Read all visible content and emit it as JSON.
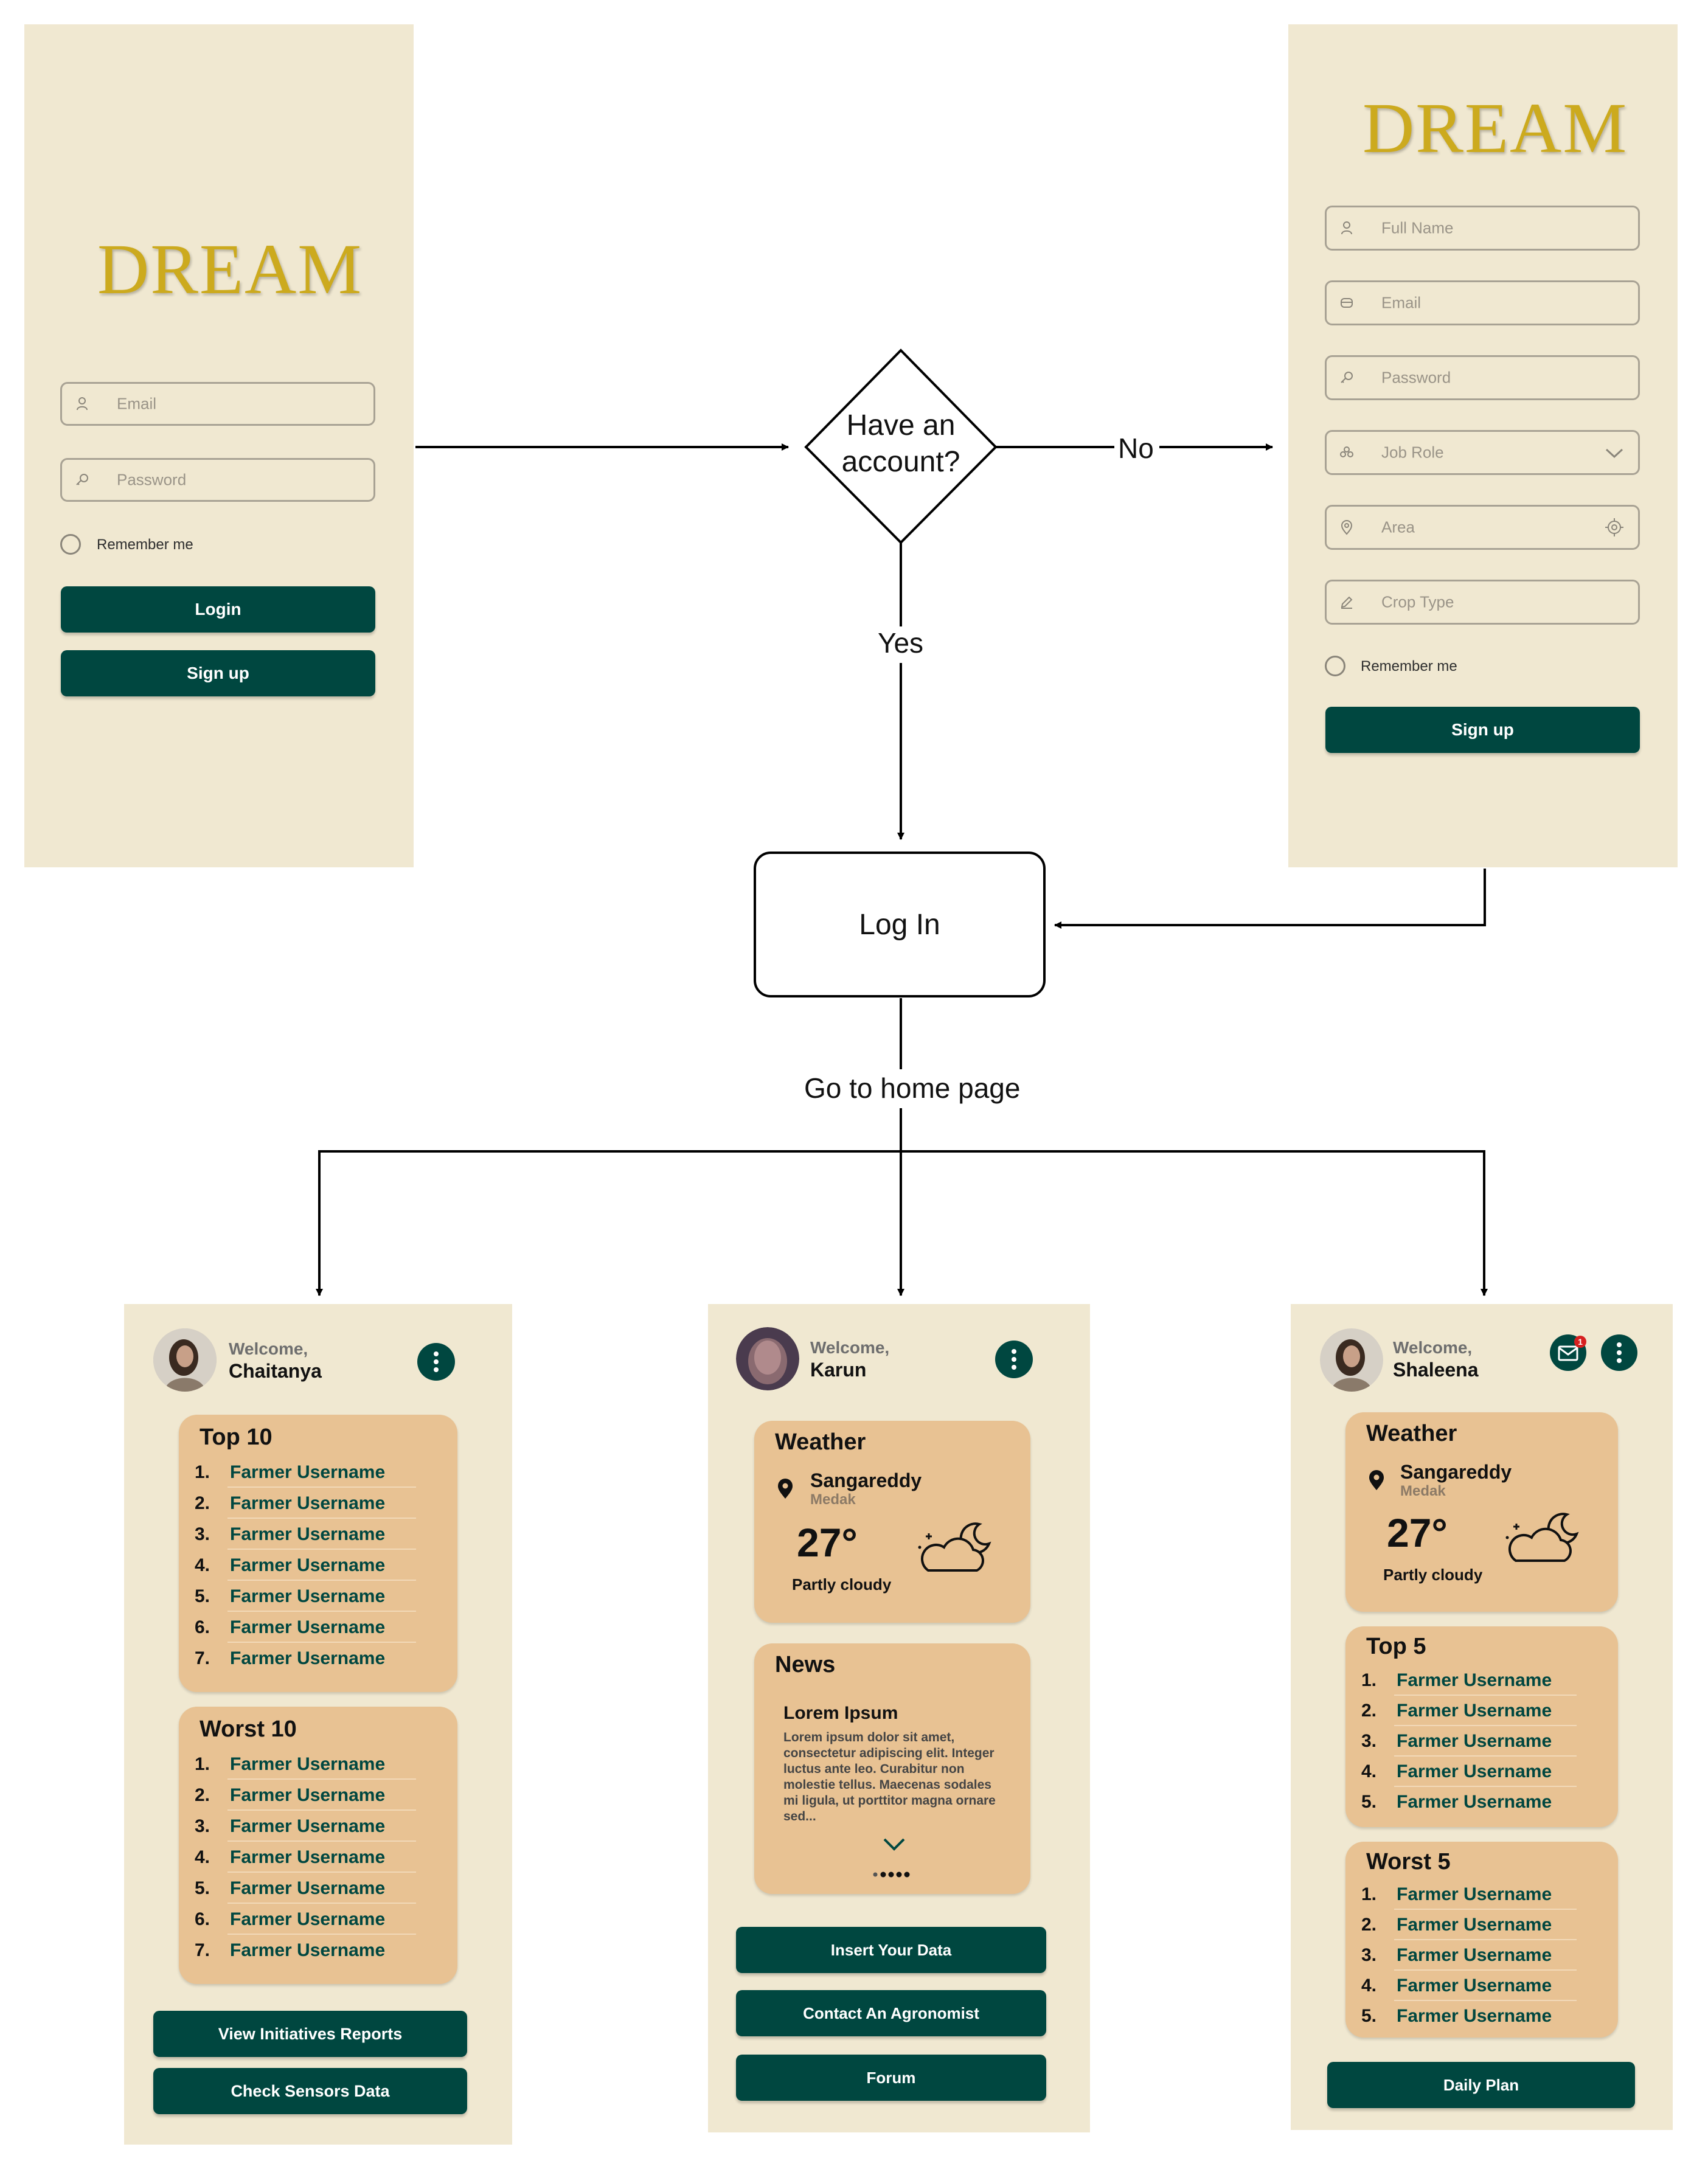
{
  "login_screen": {
    "logo": "DREAM",
    "email_placeholder": "Email",
    "password_placeholder": "Password",
    "remember_label": "Remember me",
    "login_label": "Login",
    "signup_label": "Sign up"
  },
  "signup_screen": {
    "logo": "DREAM",
    "fullname_placeholder": "Full Name",
    "email_placeholder": "Email",
    "password_placeholder": "Password",
    "jobrole_placeholder": "Job Role",
    "area_placeholder": "Area",
    "croptype_placeholder": "Crop Type",
    "remember_label": "Remember me",
    "signup_label": "Sign up"
  },
  "flow": {
    "decision": "Have an account?",
    "no_label": "No",
    "yes_label": "Yes",
    "login_box": "Log In",
    "home_label": "Go to home page"
  },
  "home_left": {
    "welcome": "Welcome,",
    "name": "Chaitanya",
    "top_title": "Top 10",
    "top_items": [
      {
        "rank": "1.",
        "name": "Farmer Username"
      },
      {
        "rank": "2.",
        "name": "Farmer Username"
      },
      {
        "rank": "3.",
        "name": "Farmer Username"
      },
      {
        "rank": "4.",
        "name": "Farmer Username"
      },
      {
        "rank": "5.",
        "name": "Farmer Username"
      },
      {
        "rank": "6.",
        "name": "Farmer Username"
      },
      {
        "rank": "7.",
        "name": "Farmer Username"
      }
    ],
    "worst_title": "Worst 10",
    "worst_items": [
      {
        "rank": "1.",
        "name": "Farmer Username"
      },
      {
        "rank": "2.",
        "name": "Farmer Username"
      },
      {
        "rank": "3.",
        "name": "Farmer Username"
      },
      {
        "rank": "4.",
        "name": "Farmer Username"
      },
      {
        "rank": "5.",
        "name": "Farmer Username"
      },
      {
        "rank": "6.",
        "name": "Farmer Username"
      },
      {
        "rank": "7.",
        "name": "Farmer Username"
      }
    ],
    "btn_reports": "View Initiatives Reports",
    "btn_sensors": "Check Sensors Data"
  },
  "home_mid": {
    "welcome": "Welcome,",
    "name": "Karun",
    "weather_title": "Weather",
    "city": "Sangareddy",
    "district": "Medak",
    "temp": "27°",
    "condition": "Partly cloudy",
    "news_title": "News",
    "news_heading": "Lorem Ipsum",
    "news_body": "Lorem ipsum dolor sit amet, consectetur adipiscing elit. Integer luctus ante leo. Curabitur non molestie tellus. Maecenas sodales mi ligula, ut porttitor magna ornare sed...",
    "btn_insert": "Insert Your Data",
    "btn_contact": "Contact An Agronomist",
    "btn_forum": "Forum"
  },
  "home_right": {
    "welcome": "Welcome,",
    "name": "Shaleena",
    "mail_badge": "1",
    "weather_title": "Weather",
    "city": "Sangareddy",
    "district": "Medak",
    "temp": "27°",
    "condition": "Partly cloudy",
    "top_title": "Top 5",
    "top_items": [
      {
        "rank": "1.",
        "name": "Farmer Username"
      },
      {
        "rank": "2.",
        "name": "Farmer Username"
      },
      {
        "rank": "3.",
        "name": "Farmer Username"
      },
      {
        "rank": "4.",
        "name": "Farmer Username"
      },
      {
        "rank": "5.",
        "name": "Farmer Username"
      }
    ],
    "worst_title": "Worst 5",
    "worst_items": [
      {
        "rank": "1.",
        "name": "Farmer Username"
      },
      {
        "rank": "2.",
        "name": "Farmer Username"
      },
      {
        "rank": "3.",
        "name": "Farmer Username"
      },
      {
        "rank": "4.",
        "name": "Farmer Username"
      },
      {
        "rank": "5.",
        "name": "Farmer Username"
      }
    ],
    "btn_plan": "Daily Plan"
  },
  "colors": {
    "screen_bg": "#f0e8d1",
    "card_bg": "#e8c293",
    "primary": "#004740",
    "logo_gold": "#ccaa1e"
  }
}
